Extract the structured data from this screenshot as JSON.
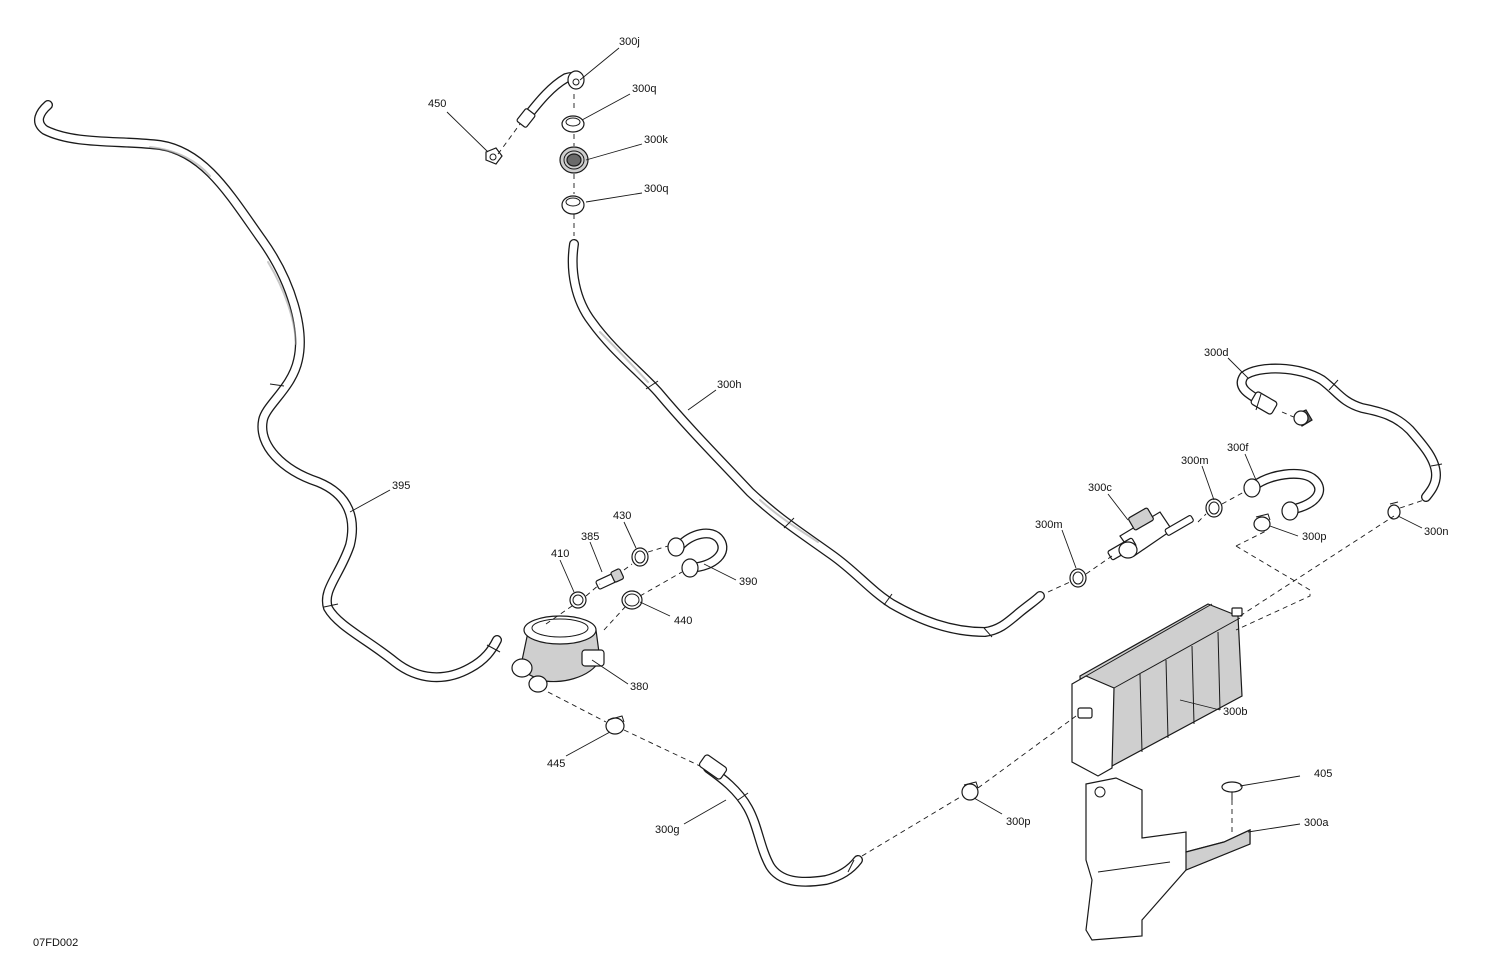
{
  "drawing_code": "07FD002",
  "labels": {
    "p300j": "300j",
    "p450": "450",
    "p300q_top": "300q",
    "p300k": "300k",
    "p300q_bottom": "300q",
    "p300h": "300h",
    "p300d": "300d",
    "p395": "395",
    "p300m_upper": "300m",
    "p300f": "300f",
    "p300c": "300c",
    "p430": "430",
    "p385": "385",
    "p410": "410",
    "p300m_lower": "300m",
    "p300p_right": "300p",
    "p300n": "300n",
    "p390": "390",
    "p440": "440",
    "p380": "380",
    "p300b": "300b",
    "p445": "445",
    "p405": "405",
    "p300a": "300a",
    "p300g": "300g",
    "p300p_bottom": "300p"
  }
}
